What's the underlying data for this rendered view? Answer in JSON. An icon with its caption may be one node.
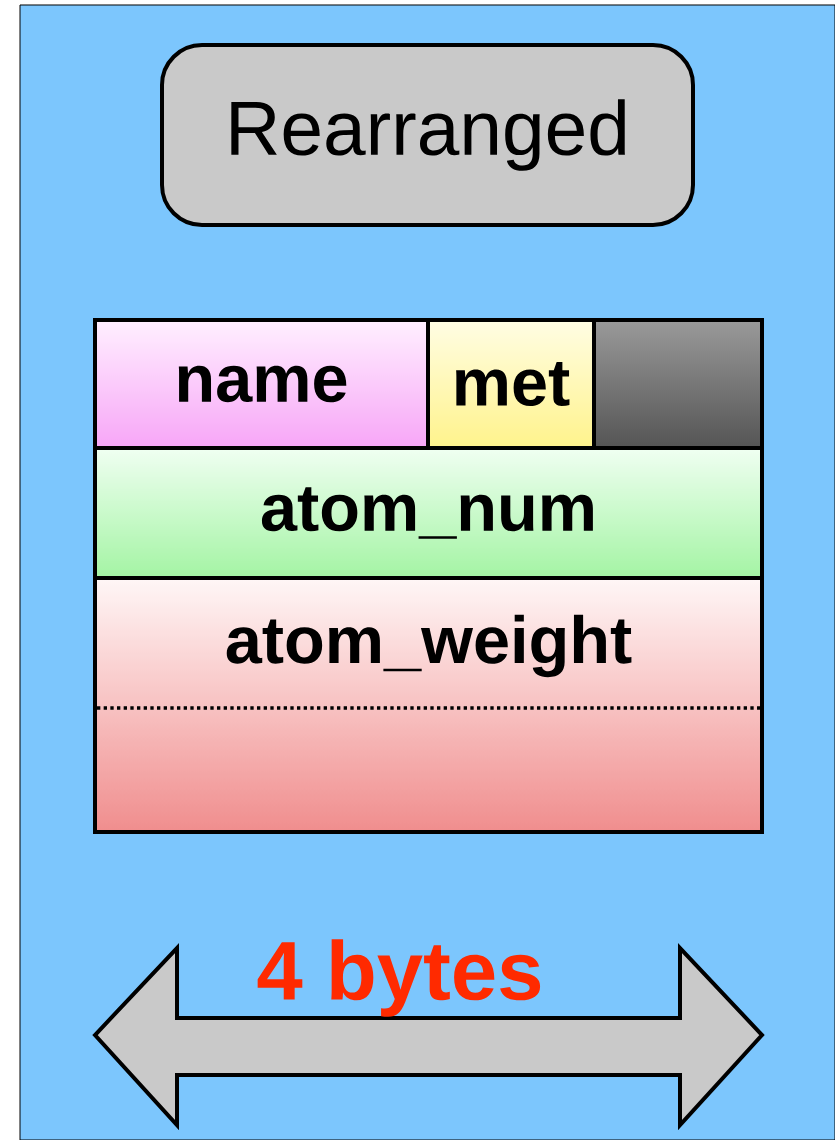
{
  "diagram": {
    "nodes": [
      {
        "text": [],
        "shape": "box"
      },
      {
        "text": [
          "Rearranged"
        ],
        "in": 0
      },
      {
        "text": [
          "name"
        ],
        "in": 0
      },
      {
        "text": [
          "met"
        ],
        "in": 0
      },
      {
        "text": [],
        "shape": "box",
        "in": 0
      },
      {
        "text": [
          "atom_num"
        ],
        "in": 0
      },
      {
        "text": [
          "atom_weight"
        ],
        "in": 0
      }
    ],
    "labels": [
      "4 bytes"
    ]
  }
}
